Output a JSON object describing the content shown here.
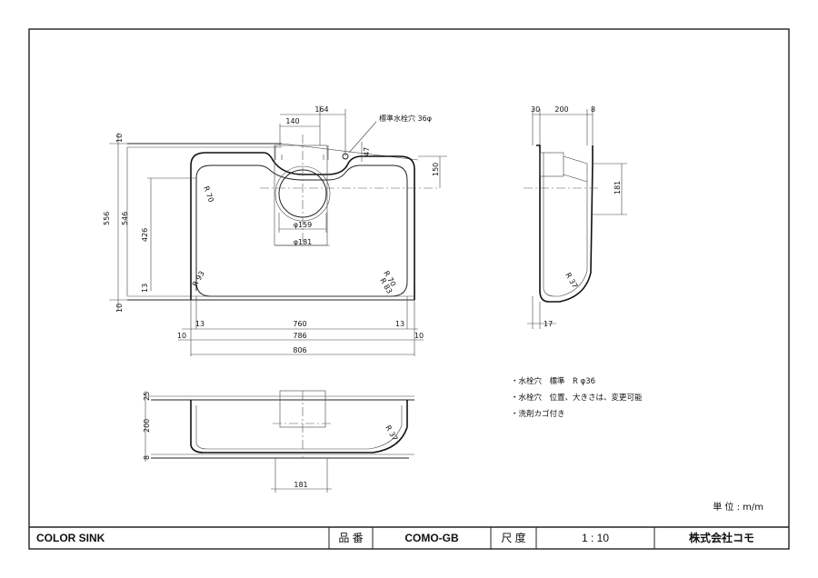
{
  "titleblock": {
    "product_label": "COLOR SINK",
    "model_no_label": "品 番",
    "model_no": "COMO-GB",
    "scale_label": "尺 度",
    "scale": "1 : 10",
    "company": "株式会社コモ"
  },
  "unit": "単 位 : m/m",
  "notes": [
    "・水栓穴　標準　R φ36",
    "・水栓穴　位置、大きさは、変更可能",
    "・洗剤カゴ付き"
  ],
  "plan_view": {
    "dims_top": [
      "164",
      "140"
    ],
    "faucet_hole_label": "標準水栓穴 36φ",
    "dim_47": "47",
    "dim_150": "150",
    "dims_left": [
      "10",
      "556",
      "546",
      "426",
      "13",
      "10"
    ],
    "radius_labels": [
      "R 70",
      "R 93",
      "R 70",
      "R 83"
    ],
    "drain_dims": [
      "φ159",
      "φ181"
    ],
    "dims_bottom": [
      "13",
      "760",
      "13",
      "10",
      "786",
      "10",
      "806"
    ]
  },
  "side_view": {
    "dims_top": [
      "30",
      "200",
      "8"
    ],
    "dim_181": "181",
    "radius": "R 37",
    "dim_17": "17"
  },
  "front_view": {
    "dims_left": [
      "25",
      "200",
      "8"
    ],
    "radius": "R 37",
    "dim_181": "181"
  }
}
